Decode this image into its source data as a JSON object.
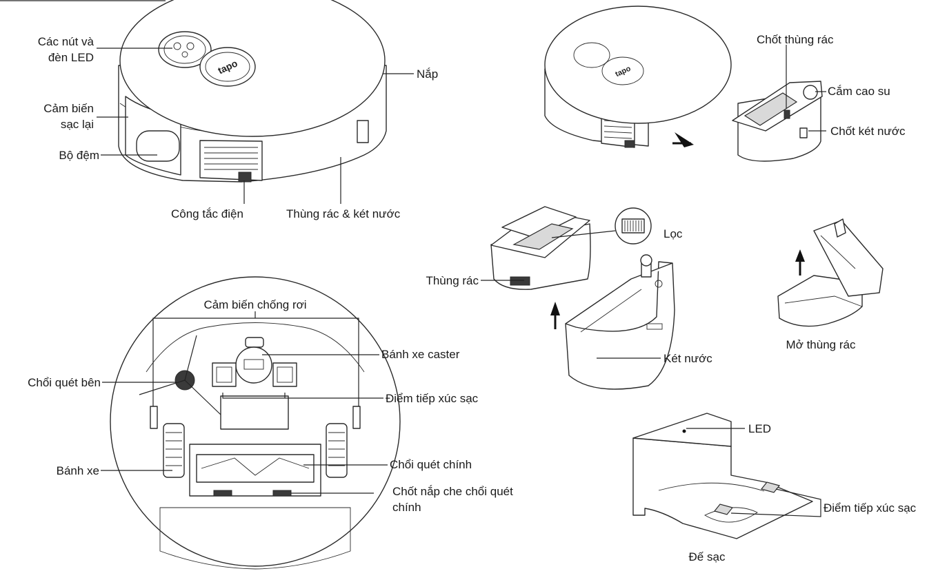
{
  "labels": {
    "buttons_led_1": "Các nút và",
    "buttons_led_2": "đèn LED",
    "lid": "Nắp",
    "recharge_sensor_1": "Cảm biến",
    "recharge_sensor_2": "sạc lại",
    "bumper": "Bộ đệm",
    "power_switch": "Công tắc điện",
    "bin_tank": "Thùng rác & két nước",
    "bin_latch": "Chốt thùng rác",
    "rubber_plug": "Cắm cao su",
    "tank_latch": "Chốt két nước",
    "filter": "Lọc",
    "dust_bin": "Thùng rác",
    "water_tank": "Két nước",
    "open_bin": "Mở thùng rác",
    "cliff_sensor": "Cảm biến chống rơi",
    "caster_wheel": "Bánh xe caster",
    "side_brush": "Chổi quét bên",
    "charge_contacts": "Điểm tiếp xúc sạc",
    "wheel": "Bánh xe",
    "main_brush": "Chổi quét chính",
    "brush_cover_latch_1": "Chốt nắp che chổi quét",
    "brush_cover_latch_2": "chính",
    "led": "LED",
    "dock_contacts": "Điểm tiếp xúc sạc",
    "dock": "Đế sạc"
  },
  "logo_text": "tapo",
  "colors": {
    "line": "#222222",
    "fill_dark": "#3a3a3a",
    "fill_gray": "#d9d9d9"
  }
}
